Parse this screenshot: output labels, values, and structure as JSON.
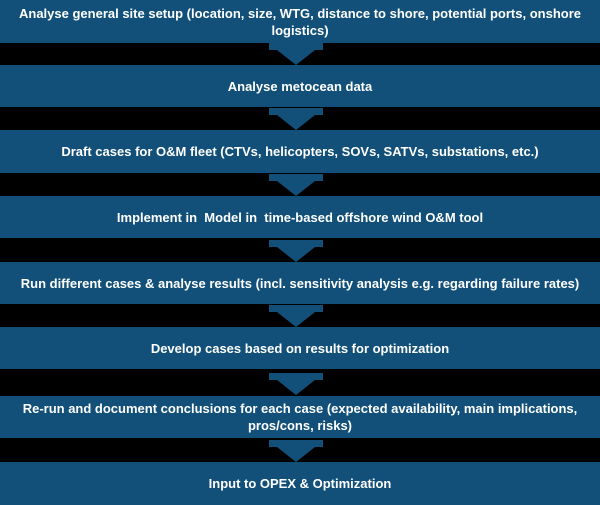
{
  "colors": {
    "background": "#000000",
    "box_fill": "#12507a",
    "arrow_fill": "#12507a",
    "text": "#ffffff"
  },
  "steps": [
    {
      "text": "Analyse general site setup (location, size, WTG, distance to shore, potential ports, onshore logistics)"
    },
    {
      "text": "Analyse metocean data"
    },
    {
      "text": "Draft cases for O&M fleet (CTVs, helicopters, SOVs, SATVs, substations, etc.)"
    },
    {
      "text": "Implement in  Model in  time-based offshore wind O&M tool"
    },
    {
      "text": "Run different cases & analyse results (incl. sensitivity analysis e.g. regarding failure rates)"
    },
    {
      "text": "Develop cases based on results for optimization"
    },
    {
      "text": "Re-run and document conclusions for each case (expected availability, main implications, pros/cons, risks)"
    },
    {
      "text": "Input to OPEX & Optimization"
    }
  ]
}
